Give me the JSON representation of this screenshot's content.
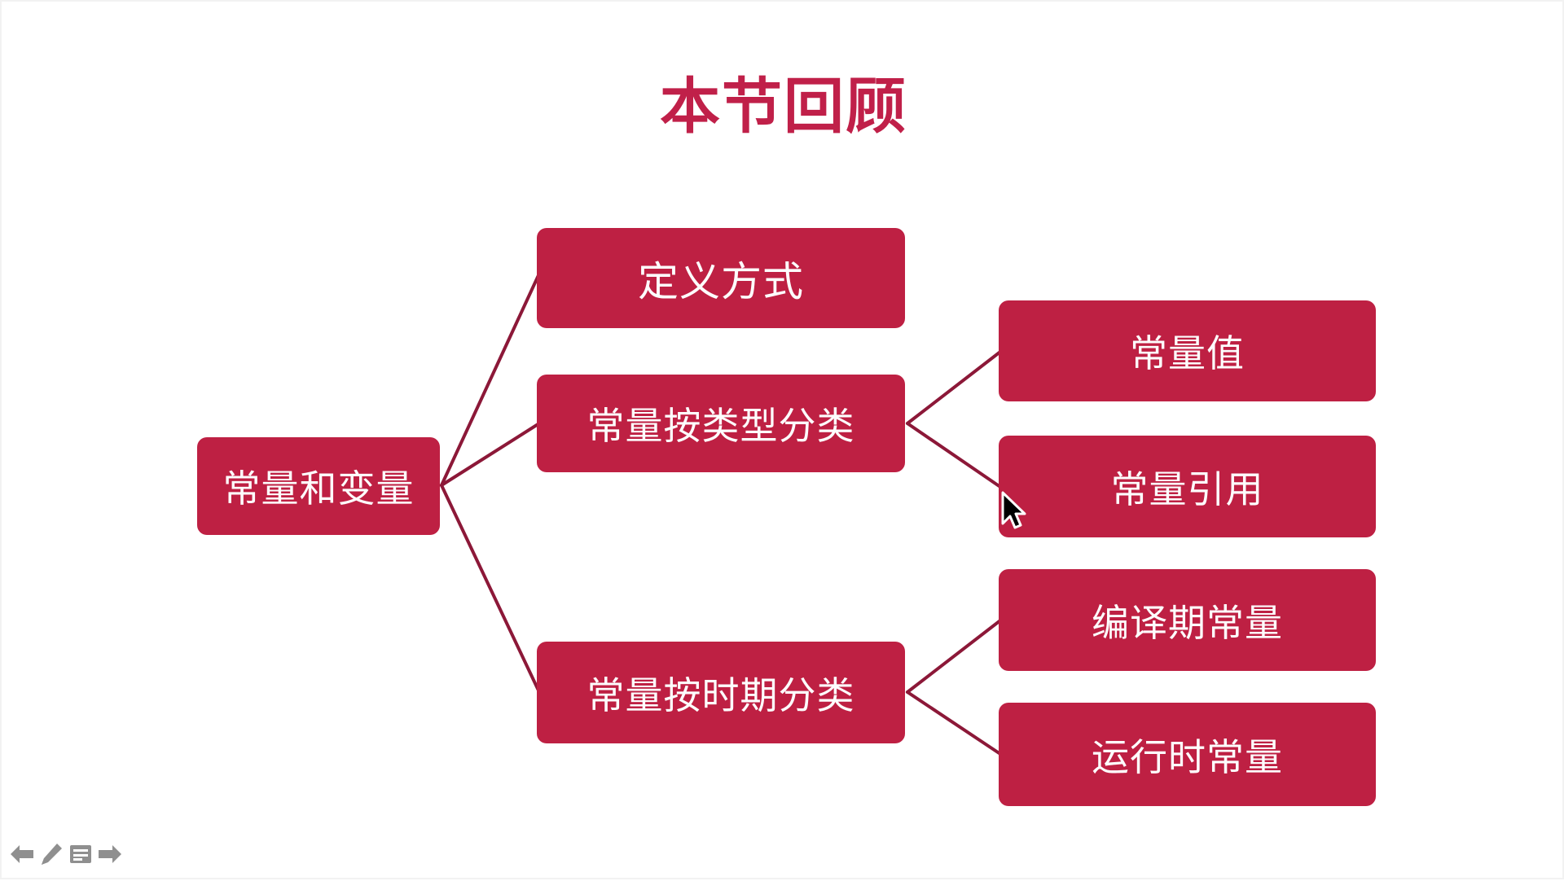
{
  "slide": {
    "title": "本节回顾",
    "title_color": "#c02049",
    "node_fill": "#be2043",
    "node_text_color": "#fdfdfd",
    "connector_color": "#8c1838",
    "background": "#ffffff"
  },
  "mindmap": {
    "root": {
      "label": "常量和变量"
    },
    "level2": [
      {
        "label": "定义方式"
      },
      {
        "label": "常量按类型分类"
      },
      {
        "label": "常量按时期分类"
      }
    ],
    "level3": [
      {
        "label": "常量值"
      },
      {
        "label": "常量引用"
      },
      {
        "label": "编译期常量"
      },
      {
        "label": "运行时常量"
      }
    ]
  },
  "toolbar": {
    "items": [
      {
        "icon": "arrow-left-icon",
        "name": "previous-slide"
      },
      {
        "icon": "pencil-icon",
        "name": "annotate"
      },
      {
        "icon": "slide-menu-icon",
        "name": "slide-menu"
      },
      {
        "icon": "arrow-right-icon",
        "name": "next-slide"
      }
    ],
    "icon_color": "#8f8f8f"
  },
  "cursor": {
    "type": "arrow-pointer"
  }
}
